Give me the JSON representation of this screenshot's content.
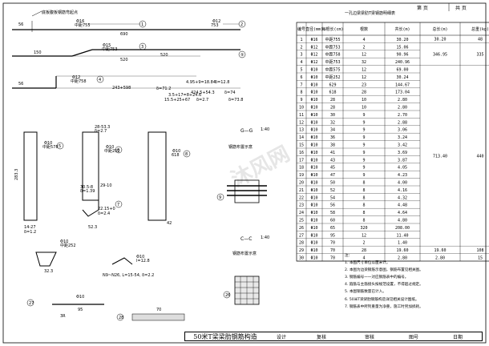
{
  "sheet": {
    "page_label": "第 页",
    "total_label": "共 页",
    "title": "50米T梁梁肋钢筋构造",
    "title_block": {
      "design": "设计",
      "check": "复核",
      "review": "审核",
      "drawing": "图号",
      "date": "日期"
    }
  },
  "header_note": "底板腹板钢筋弯起点",
  "rebars": [
    {
      "circle": "1",
      "dia": "Φ16",
      "mark": "中距755",
      "len": "690",
      "tail": "56"
    },
    {
      "circle": "2",
      "dia": "Φ12",
      "mark": "中距753",
      "len": "753",
      "tail": ""
    },
    {
      "circle": "3",
      "dia": "Φ15",
      "mark": "中距753",
      "len": "520",
      "tail": "150"
    },
    {
      "circle": "4",
      "dia": "Φ12",
      "mark": "中距758",
      "len": "243+598",
      "tail": "56"
    }
  ],
  "bend_notes": [
    "4.95+9=18.84",
    "δ=12.8",
    "424.5+54.3",
    "δ=74",
    "3.5+17=8+24.6",
    "15.5+25+67",
    "δ=2.7",
    "δ=71.2",
    "δ=73.8"
  ],
  "sections": [
    {
      "title": "G—G",
      "scale": "1:40",
      "caption": "钢筋布置示意"
    },
    {
      "title": "C—C",
      "scale": "1:40",
      "caption": "钢筋布置示意"
    }
  ],
  "table": {
    "title": "一孔边梁梁肋T梁钢筋明细表",
    "headers": [
      "编号",
      "直径(mm)",
      "每根长(cm)",
      "根数",
      "共长(m)",
      "总长(m)",
      "总重(kg)"
    ],
    "rows": [
      [
        "1",
        "Φ16",
        "中距755",
        "4",
        "30.20",
        "30.20",
        "48"
      ],
      [
        "2",
        "Φ12",
        "中距753",
        "2",
        "15.06",
        "346.95",
        "335"
      ],
      [
        "3",
        "Φ12",
        "中距758",
        "12",
        "90.96",
        "",
        ""
      ],
      [
        "4",
        "Φ12",
        "中距753",
        "32",
        "240.96",
        "",
        ""
      ],
      [
        "5",
        "Φ10",
        "中距575",
        "12",
        "69.00",
        "713.40",
        "440"
      ],
      [
        "6",
        "Φ10",
        "中距252",
        "12",
        "30.24",
        "",
        ""
      ],
      [
        "7",
        "Φ10",
        "629",
        "23",
        "144.67",
        "",
        ""
      ],
      [
        "8",
        "Φ10",
        "618",
        "28",
        "173.04",
        "",
        ""
      ],
      [
        "9",
        "Φ10",
        "28",
        "10",
        "2.80",
        "",
        ""
      ],
      [
        "10",
        "Φ10",
        "28",
        "10",
        "2.80",
        "",
        ""
      ],
      [
        "11",
        "Φ10",
        "30",
        "9",
        "2.70",
        "",
        ""
      ],
      [
        "12",
        "Φ10",
        "32",
        "9",
        "2.88",
        "",
        ""
      ],
      [
        "13",
        "Φ10",
        "34",
        "9",
        "3.06",
        "",
        ""
      ],
      [
        "14",
        "Φ10",
        "36",
        "9",
        "3.24",
        "",
        ""
      ],
      [
        "15",
        "Φ10",
        "38",
        "9",
        "3.42",
        "",
        ""
      ],
      [
        "16",
        "Φ10",
        "41",
        "9",
        "3.69",
        "",
        ""
      ],
      [
        "17",
        "Φ10",
        "43",
        "9",
        "3.87",
        "",
        ""
      ],
      [
        "18",
        "Φ10",
        "45",
        "9",
        "4.05",
        "",
        ""
      ],
      [
        "19",
        "Φ10",
        "47",
        "9",
        "4.23",
        "",
        ""
      ],
      [
        "20",
        "Φ10",
        "50",
        "8",
        "4.00",
        "",
        ""
      ],
      [
        "21",
        "Φ10",
        "52",
        "8",
        "4.16",
        "",
        ""
      ],
      [
        "22",
        "Φ10",
        "54",
        "8",
        "4.32",
        "",
        ""
      ],
      [
        "23",
        "Φ10",
        "56",
        "8",
        "4.48",
        "",
        ""
      ],
      [
        "24",
        "Φ10",
        "58",
        "8",
        "4.64",
        "",
        ""
      ],
      [
        "25",
        "Φ10",
        "60",
        "8",
        "4.80",
        "",
        ""
      ],
      [
        "26",
        "Φ10",
        "65",
        "320",
        "208.00",
        "",
        ""
      ],
      [
        "27",
        "Φ10",
        "95",
        "12",
        "11.40",
        "",
        ""
      ],
      [
        "28",
        "Φ10",
        "70",
        "2",
        "1.40",
        "",
        ""
      ],
      [
        "29",
        "Φ10",
        "70",
        "28",
        "19.60",
        "19.60",
        "108"
      ],
      [
        "30",
        "Φ10",
        "70",
        "4",
        "2.80",
        "2.80",
        "15"
      ]
    ]
  },
  "notes": [
    "注：",
    "1. 本图尺寸单位以厘米计。",
    "2. 本图为边梁钢筋示意图，钢筋布置见相关图。",
    "3. 钢筋编号一一对应钢筋表中的编号。",
    "4. 箍筋与主筋接头按规范设置，不得超过规定。",
    "5. 本图钢筋数量已计入。",
    "6. 50米T梁梁肋钢筋构造详见相关设计图纸。",
    "7. 钢筋表中所列重量为净重，施工时另加损耗。"
  ],
  "watermark": "沐风网"
}
